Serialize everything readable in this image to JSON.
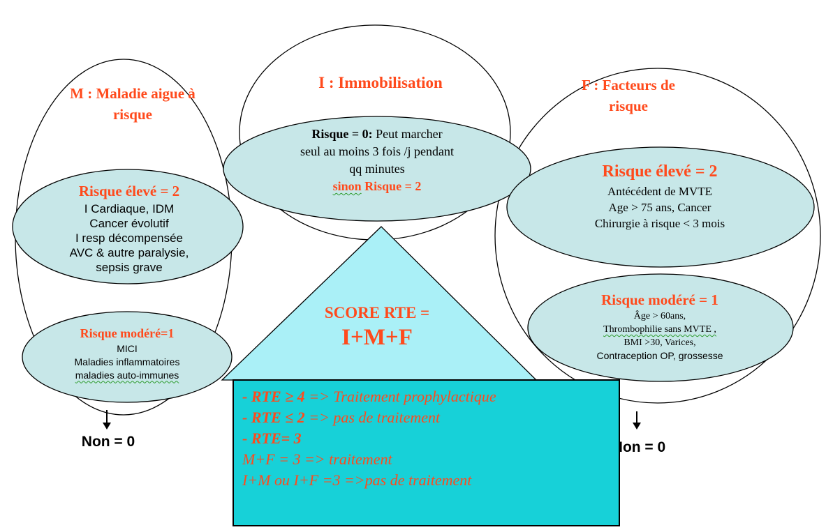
{
  "colors": {
    "accent": "#ff4a1c",
    "bubble_fill": "#c7e7e8",
    "triangle_fill": "#aaf0f7",
    "rules_box_fill": "#17d1d8"
  },
  "m_group": {
    "title_line1": "M : Maladie aigue à",
    "title_line2": "risque",
    "high_title": "Risque élevé = 2",
    "high_items": [
      "I Cardiaque, IDM",
      "Cancer évolutif",
      "I resp décompensée",
      "AVC & autre paralysie,",
      "sepsis grave"
    ],
    "moderate_title": "Risque modéré=1",
    "moderate_items": [
      "MICI",
      "Maladies inflammatoires",
      "maladies auto-immunes"
    ],
    "no_label": "Non = 0"
  },
  "i_group": {
    "title": "I : Immobilisation",
    "risk_bold": "Risque = 0:",
    "risk_line1_rest": " Peut marcher",
    "risk_line2": "seul au moins 3 fois /j pendant",
    "risk_line3": "qq minutes",
    "else_word": "sinon",
    "else_rest": " Risque = 2"
  },
  "f_group": {
    "title_line1": "F : Facteurs de",
    "title_line2": "risque",
    "high_title": "Risque élevé = 2",
    "high_items": [
      "Antécédent de MVTE",
      "Age > 75 ans, Cancer",
      "Chirurgie à risque < 3 mois"
    ],
    "moderate_title": "Risque modéré = 1",
    "moderate_items": [
      "Âge > 60ans,",
      "Thrombophilie sans MVTE ,",
      "BMI >30, Varices,",
      "Contraception OP, grossesse"
    ],
    "no_label": "Non = 0"
  },
  "score": {
    "line1": "SCORE RTE =",
    "line2": "I+M+F"
  },
  "rules": [
    {
      "bold": "- RTE ≥ 4",
      "rest": " => Traitement prophylactique"
    },
    {
      "bold": "- RTE ≤ 2",
      "rest": " => pas de traitement"
    },
    {
      "bold": "- RTE= 3",
      "rest": ""
    },
    {
      "bold": "",
      "rest": "M+F = 3 => traitement"
    },
    {
      "bold": "",
      "rest": "I+M ou I+F =3 =>pas de traitement"
    }
  ]
}
